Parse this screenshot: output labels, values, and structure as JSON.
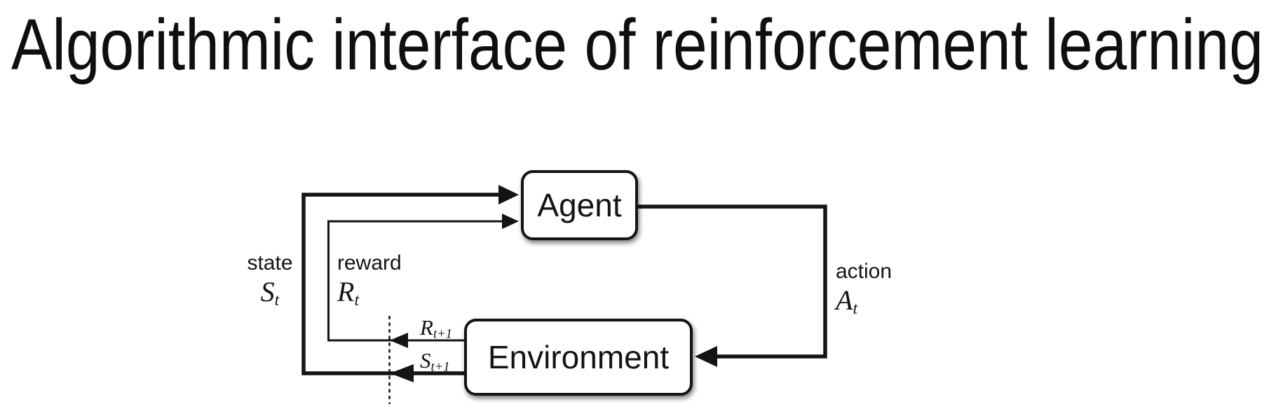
{
  "title": "Algorithmic interface of reinforcement learning",
  "diagram": {
    "agent_box_label": "Agent",
    "environment_box_label": "Environment",
    "state_label": {
      "word": "state",
      "symbol": "S",
      "subscript": "t"
    },
    "reward_label": {
      "word": "reward",
      "symbol": "R",
      "subscript": "t"
    },
    "action_label": {
      "word": "action",
      "symbol": "A",
      "subscript": "t"
    },
    "next_reward_label": {
      "symbol": "R",
      "subscript": "t+1"
    },
    "next_state_label": {
      "symbol": "S",
      "subscript": "t+1"
    },
    "colors": {
      "ink": "#141414",
      "box_fill": "#ffffff",
      "background": "#ffffff"
    }
  }
}
